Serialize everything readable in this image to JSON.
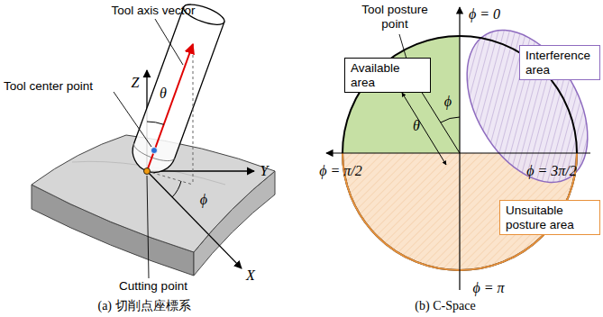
{
  "diagram": {
    "nodes": [
      {
        "text": [
          "Available area"
        ]
      },
      {
        "text": [
          "Interference area"
        ]
      },
      {
        "text": [
          "Unsuitable posture area"
        ]
      }
    ],
    "labels": [
      "Tool axis vector",
      "Z",
      "Tool center point",
      "θ",
      "Y",
      "ϕ",
      "Cutting point",
      "X",
      "(a) 切削点座標系",
      "Tool posture point",
      "ϕ = 0",
      "ϕ",
      "θ",
      "ϕ = π/2",
      "ϕ = 3π/2",
      "ϕ = π",
      "(b) C-Space"
    ]
  }
}
